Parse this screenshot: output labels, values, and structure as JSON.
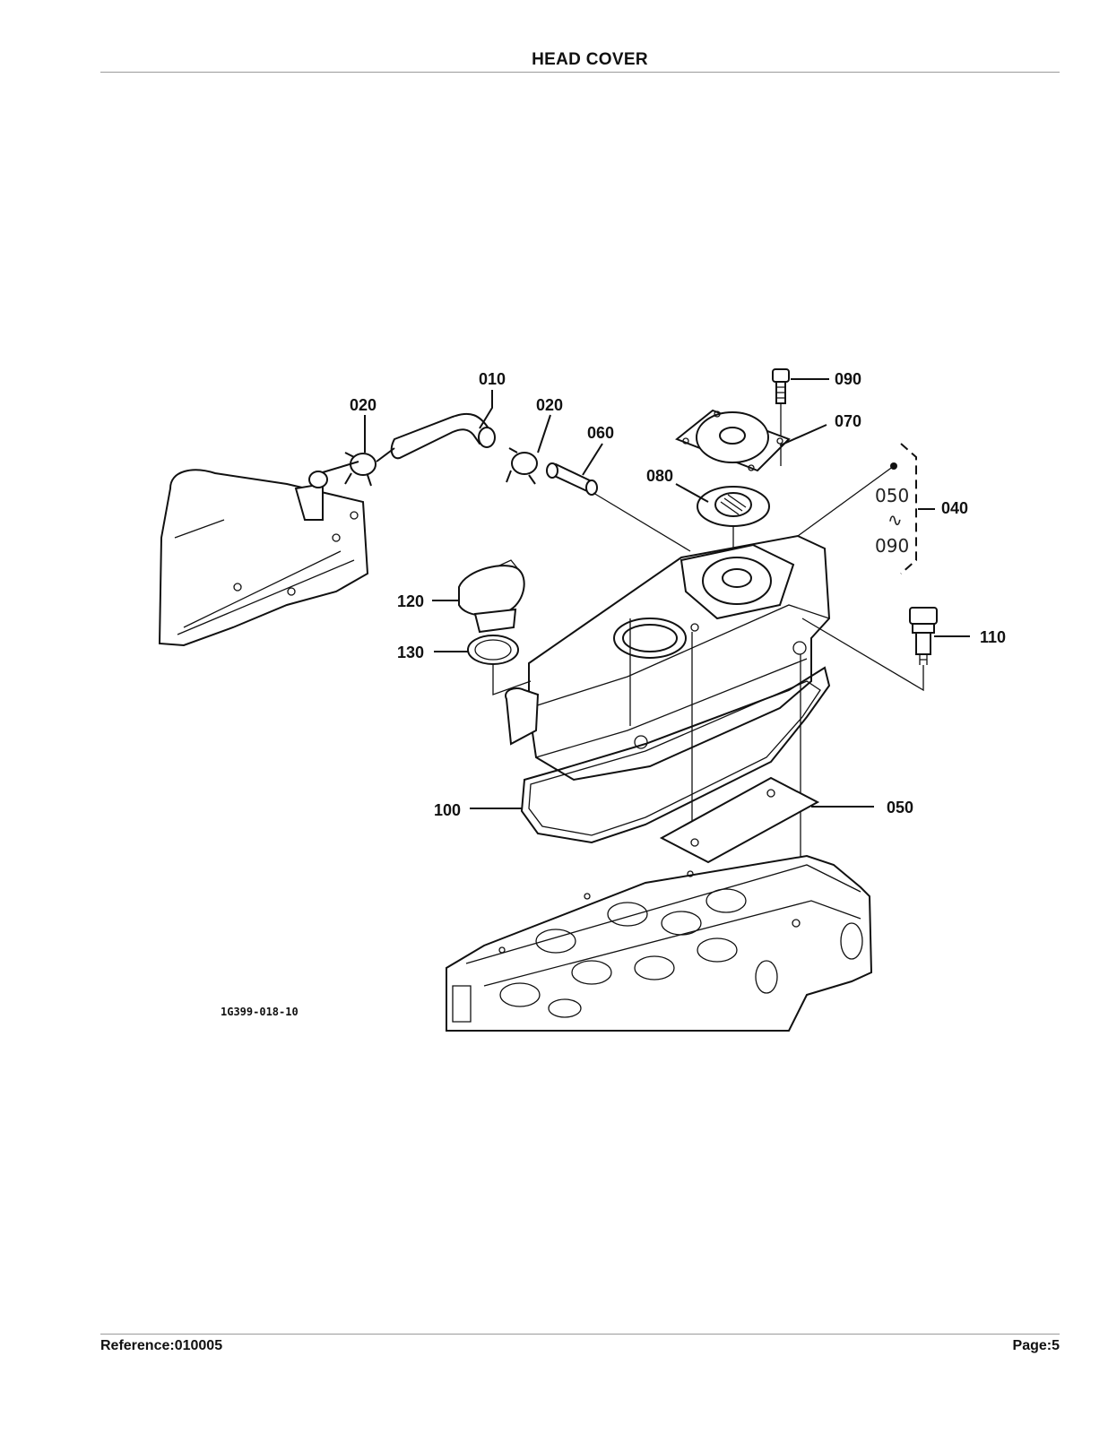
{
  "header": {
    "title": "HEAD COVER"
  },
  "diagram": {
    "callouts": [
      "010",
      "020",
      "020",
      "060",
      "090",
      "070",
      "080",
      "040",
      "110",
      "120",
      "130",
      "100",
      "050"
    ],
    "bracket": {
      "top": "050",
      "tilde": "∿",
      "bottom": "090"
    },
    "drawing_ref": "1G399-018-10"
  },
  "footer": {
    "reference": "Reference:010005",
    "page": "Page:5"
  }
}
